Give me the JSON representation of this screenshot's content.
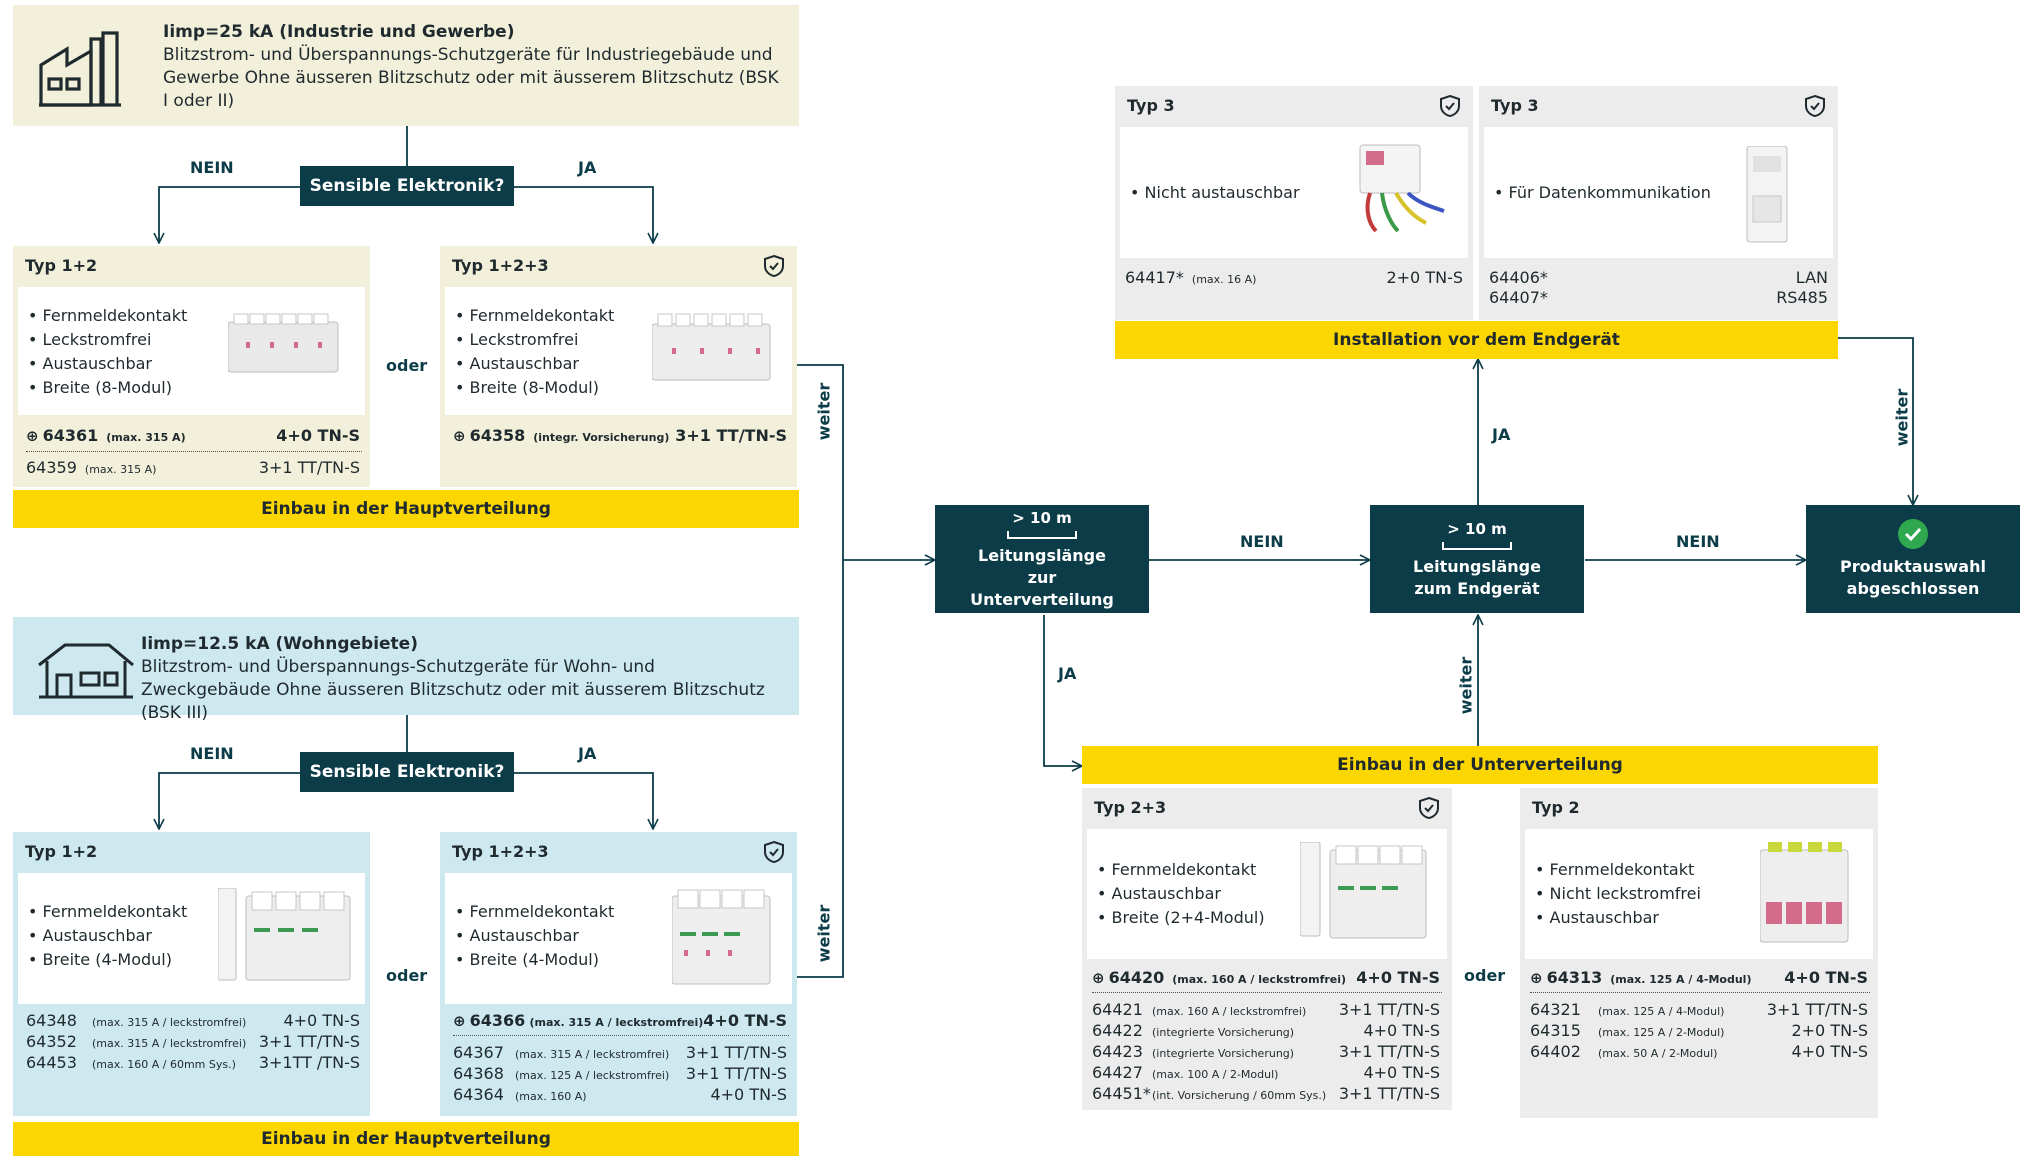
{
  "colors": {
    "dark": "#0b3c48",
    "yellow": "#fbd600",
    "beige": "#f2f0da",
    "blue": "#cde8ee",
    "grey": "#ececec"
  },
  "top": {
    "title": "Iimp=25 kA (Industrie und Gewerbe)",
    "desc": "Blitzstrom- und Überspannungs-Schutzgeräte für Industriegebäude und Gewerbe Ohne äusseren Blitzschutz oder mit äusserem Blitzschutz (BSK I oder II)",
    "icon": "factory-icon",
    "question": "Sensible Elektronik?",
    "no": "NEIN",
    "yes": "JA",
    "oder": "oder",
    "weiter": "weiter",
    "left": {
      "title": "Typ 1+2",
      "features": [
        "• Fernmeldekontakt",
        "• Leckstromfrei",
        "• Austauschbar",
        "• Breite (8-Modul)"
      ],
      "products": [
        {
          "code": "64361",
          "note": "(max. 315 A)",
          "typ": "4+0 TN-S"
        },
        {
          "code": "64359",
          "note": "(max. 315 A)",
          "typ": "3+1 TT/TN-S"
        }
      ]
    },
    "right": {
      "title": "Typ 1+2+3",
      "features": [
        "• Fernmeldekontakt",
        "• Leckstromfrei",
        "• Austauschbar",
        "• Breite (8-Modul)"
      ],
      "products": [
        {
          "code": "64358",
          "note": "(integr. Vorsicherung)",
          "typ": "3+1 TT/TN-S"
        }
      ]
    },
    "bar": "Einbau in der Hauptverteilung"
  },
  "bottom": {
    "title": "Iimp=12.5 kA (Wohngebiete)",
    "desc": "Blitzstrom- und Überspannungs-Schutzgeräte für Wohn- und Zweckgebäude Ohne äusseren Blitzschutz oder mit äusserem Blitzschutz (BSK III)",
    "icon": "house-icon",
    "question": "Sensible Elektronik?",
    "no": "NEIN",
    "yes": "JA",
    "oder": "oder",
    "weiter": "weiter",
    "left": {
      "title": "Typ 1+2",
      "features": [
        "• Fernmeldekontakt",
        "• Austauschbar",
        "• Breite (4-Modul)"
      ],
      "products": [
        {
          "code": "64348",
          "note": "(max. 315 A / leckstromfrei)",
          "typ": "4+0 TN-S"
        },
        {
          "code": "64352",
          "note": "(max. 315 A / leckstromfrei)",
          "typ": "3+1 TT/TN-S"
        },
        {
          "code": "64453",
          "note": "(max. 160 A / 60mm Sys.)",
          "typ": "3+1TT /TN-S"
        }
      ]
    },
    "right": {
      "title": "Typ 1+2+3",
      "features": [
        "• Fernmeldekontakt",
        "• Austauschbar",
        "• Breite (4-Modul)"
      ],
      "products": [
        {
          "code": "64366",
          "note": "(max. 315 A / leckstromfrei)",
          "typ": "4+0 TN-S"
        },
        {
          "code": "64367",
          "note": "(max. 315 A / leckstromfrei)",
          "typ": "3+1 TT/TN-S"
        },
        {
          "code": "64368",
          "note": "(max. 125 A / leckstromfrei)",
          "typ": "3+1 TT/TN-S"
        },
        {
          "code": "64364",
          "note": "(max. 160 A)",
          "typ": "4+0 TN-S"
        }
      ]
    },
    "bar": "Einbau in der Hauptverteilung"
  },
  "flow": {
    "node1": {
      "dist": "> 10 m",
      "label": "Leitungslänge zur Unterverteilung"
    },
    "node2": {
      "dist": "> 10 m",
      "label": "Leitungslänge zum Endgerät"
    },
    "node3": {
      "label": "Produktauswahl abgeschlossen"
    },
    "nein1": "NEIN",
    "nein2": "NEIN",
    "ja1": "JA",
    "ja2": "JA",
    "weiter1": "weiter",
    "weiter2": "weiter",
    "weiter3": "weiter",
    "weiter4": "weiter"
  },
  "typ3": {
    "a": {
      "title": "Typ 3",
      "feature": "• Nicht austauschbar",
      "products": [
        {
          "code": "64417*",
          "note": "(max. 16 A)",
          "typ": "2+0 TN-S"
        }
      ]
    },
    "b": {
      "title": "Typ 3",
      "feature": "• Für Datenkommunikation",
      "products": [
        {
          "code": "64406*",
          "note": "",
          "typ": "LAN"
        },
        {
          "code": "64407*",
          "note": "",
          "typ": "RS485"
        }
      ]
    },
    "bar": "Installation vor dem Endgerät"
  },
  "unter": {
    "bar": "Einbau in der Unterverteilung",
    "oder": "oder",
    "a": {
      "title": "Typ 2+3",
      "features": [
        "• Fernmeldekontakt",
        "• Austauschbar",
        "• Breite (2+4-Modul)"
      ],
      "products": [
        {
          "code": "64420",
          "note": "(max. 160 A / leckstromfrei)",
          "typ": "4+0 TN-S"
        },
        {
          "code": "64421",
          "note": "(max. 160 A / leckstromfrei)",
          "typ": "3+1 TT/TN-S"
        },
        {
          "code": "64422",
          "note": "(integrierte Vorsicherung)",
          "typ": "4+0 TN-S"
        },
        {
          "code": "64423",
          "note": "(integrierte Vorsicherung)",
          "typ": "3+1 TT/TN-S"
        },
        {
          "code": "64427",
          "note": "(max. 100 A / 2-Modul)",
          "typ": "4+0 TN-S"
        },
        {
          "code": "64451*",
          "note": "(int. Vorsicherung / 60mm Sys.)",
          "typ": "3+1 TT/TN-S"
        }
      ]
    },
    "b": {
      "title": "Typ 2",
      "features": [
        "• Fernmeldekontakt",
        "• Nicht leckstromfrei",
        "• Austauschbar"
      ],
      "products": [
        {
          "code": "64313",
          "note": "(max. 125 A / 4-Modul)",
          "typ": "4+0 TN-S"
        },
        {
          "code": "64321",
          "note": "(max. 125 A / 4-Modul)",
          "typ": "3+1 TT/TN-S"
        },
        {
          "code": "64315",
          "note": "(max. 125 A / 2-Modul)",
          "typ": "2+0 TN-S"
        },
        {
          "code": "64402",
          "note": "(max. 50 A / 2-Modul)",
          "typ": "4+0 TN-S"
        }
      ]
    }
  }
}
